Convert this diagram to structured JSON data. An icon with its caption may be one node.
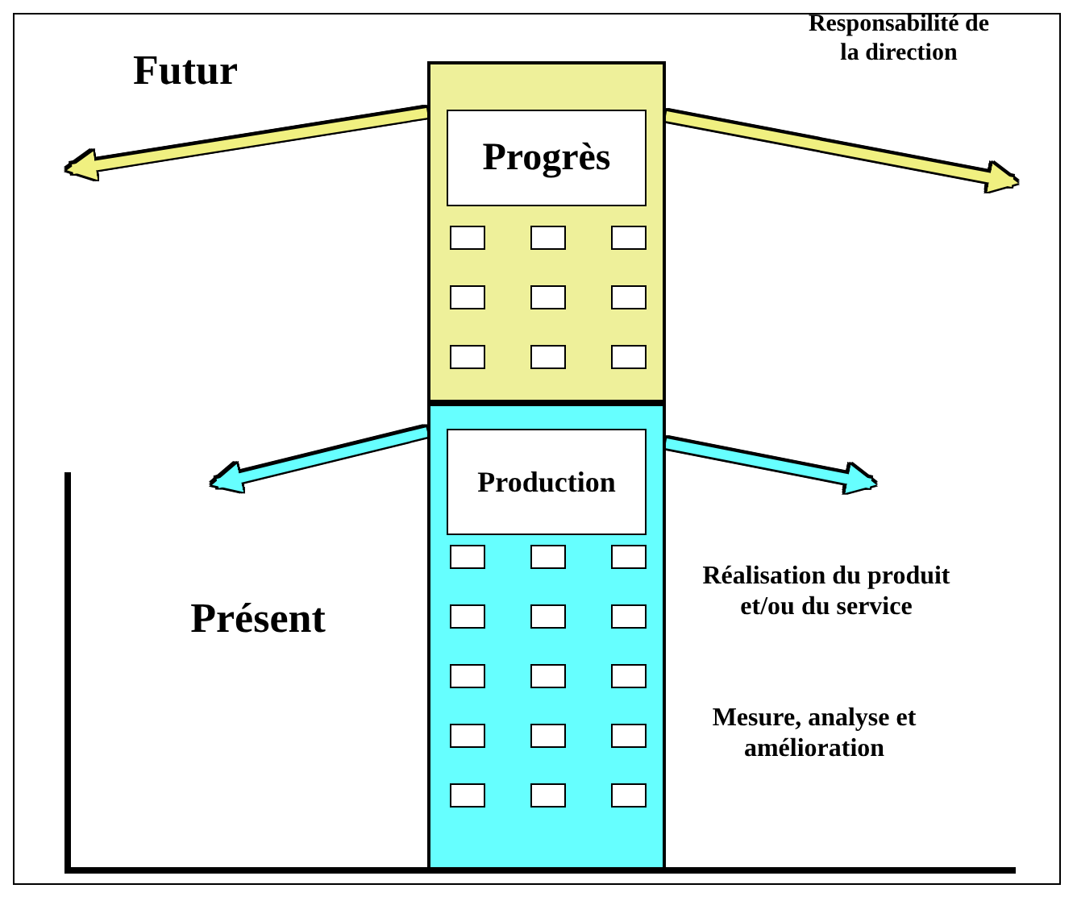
{
  "diagram": {
    "nodes": [
      {
        "text": [
          "Progrès"
        ]
      },
      {
        "text": [
          "Production"
        ]
      }
    ],
    "edges": [
      {
        "from": 0,
        "to": null,
        "arrow": "to",
        "color": "#f0f080"
      },
      {
        "from": 0,
        "to": null,
        "arrow": "to",
        "color": "#f0f080"
      },
      {
        "from": 1,
        "to": null,
        "arrow": "to",
        "color": "#66ffff"
      },
      {
        "from": 1,
        "to": null,
        "arrow": "to",
        "color": "#66ffff"
      }
    ],
    "labels": [
      "Futur",
      "Responsabilité de la direction",
      "Présent",
      "Réalisation du produit et/ou du service",
      "Mesure, analyse et amélioration"
    ]
  }
}
